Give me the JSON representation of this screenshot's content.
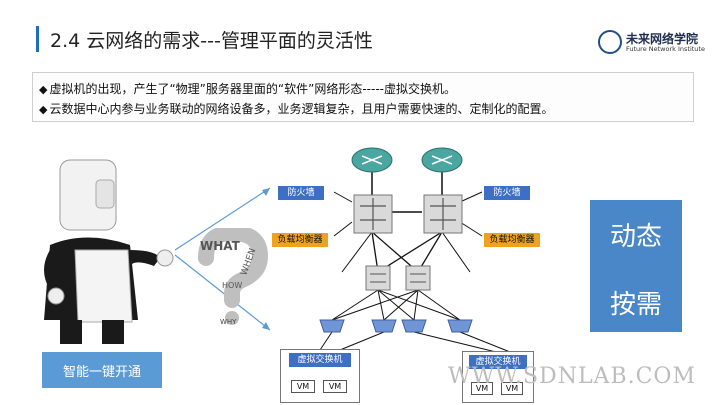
{
  "slide": {
    "title": "2.4 云网络的需求---管理平面的灵活性"
  },
  "logo": {
    "name": "未来网络学院",
    "subtitle": "Future Network Institute"
  },
  "bullets": [
    "虚拟机的出现，产生了“物理”服务器里面的“软件”网络形态-----虚拟交换机。",
    "云数据中心内参与业务联动的网络设备多，业务逻辑复杂，且用户需要快速的、定制化的配置。"
  ],
  "bullet_marker": "◆",
  "cta_button": "智能一键开通",
  "dynamic_box": {
    "line1": "动态",
    "line2": "按需"
  },
  "diagram": {
    "firewall_label": "防火墙",
    "lb_label": "负载均衡器",
    "vswitch_label": "虚拟交换机",
    "vm_label": "VM",
    "question_words": [
      "WHAT",
      "WHEN",
      "HOW",
      "WHY"
    ]
  },
  "watermark": "WWW.SDNLAB.COM",
  "colors": {
    "accent_blue": "#3d6fc4",
    "box_blue": "#4a87c8",
    "cta_blue": "#5b9bd5",
    "lb_orange": "#f0a21e",
    "router_teal": "#4aa6a0"
  }
}
